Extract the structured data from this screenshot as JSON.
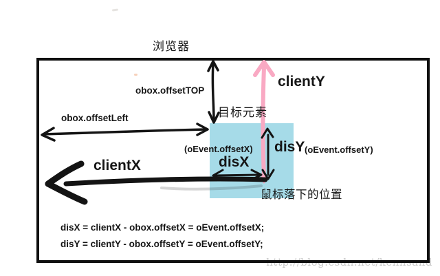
{
  "title": "浏览器",
  "labels": {
    "offset_top": "obox.offsetTOP",
    "offset_left": "obox.offsetLeft",
    "target_element": "目标元素",
    "client_y": "clientY",
    "client_x": "clientX",
    "dis_y": "disY",
    "dis_x": "disX",
    "oevent_offset_x": "(oEvent.offsetX)",
    "oevent_offset_y": "(oEvent.offsetY)",
    "mouse_down_position": "鼠标落下的位置"
  },
  "formulas": [
    "disX = clientX - obox.offsetX = oEvent.offsetX;",
    "disY = clientY - obox.offsetY = oEvent.offsetY;"
  ],
  "watermark": "http://blog.csdn.net/kennsand",
  "colors": {
    "target_element_fill": "#a6dbe8",
    "pink_arrow": "#f9a9c3",
    "black_arrow": "#141414",
    "watermark_text": "#c8c8c8"
  }
}
